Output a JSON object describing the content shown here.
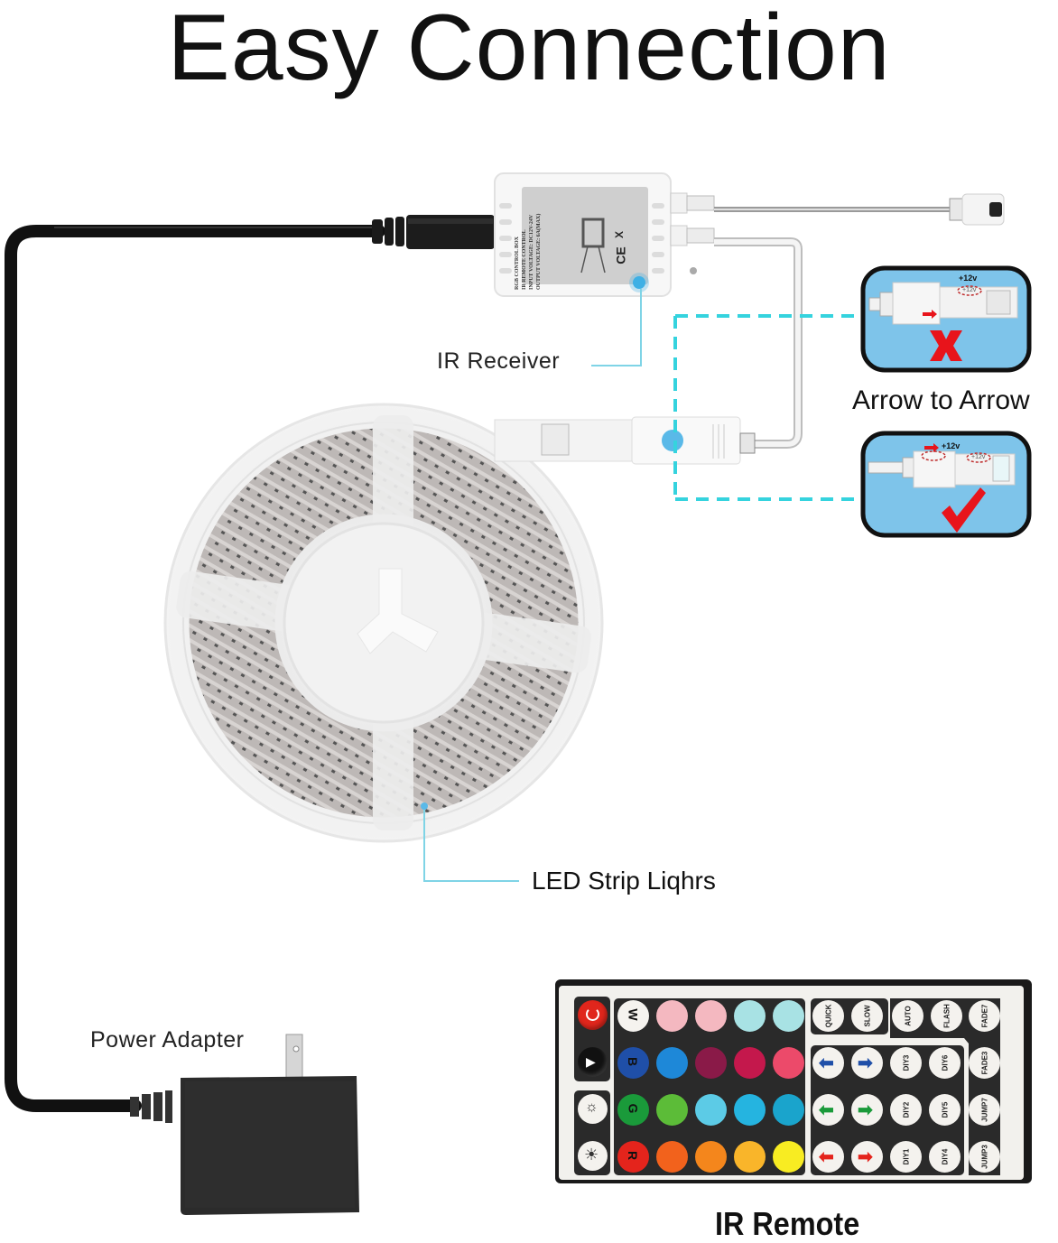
{
  "title": "Easy Connection",
  "labels": {
    "ir_receiver": "IR Receiver",
    "arrow_to_arrow": "Arrow to Arrow",
    "led_strip": "LED Strip Liqhrs",
    "power_adapter": "Power Adapter",
    "ir_remote": "IR Remote"
  },
  "control_box": {
    "text_lines": [
      "RGB CONTROL BOX",
      "IR REMOTE CONTROL",
      "INPUT VOLTAGE: DC12V-24V",
      "OUTPUT VOLTAGE: 6A(MAX)"
    ],
    "marks": [
      "CE",
      "X"
    ]
  },
  "connector_panels": [
    {
      "state": "wrong",
      "top_label": "+12v",
      "inner_label": "+12v",
      "mark": "X"
    },
    {
      "state": "correct",
      "top_label": "+12v",
      "inner_label": "+12v",
      "mark": "check"
    }
  ],
  "colors": {
    "accent_cyan": "#35d3de",
    "leader_line": "#7fd4e6",
    "panel_blue": "#7ec4ea",
    "wrong_red": "#e8141b",
    "cable_black": "#111111"
  },
  "remote": {
    "left_column": [
      {
        "icon": "power-icon",
        "color": "#e0261c"
      },
      {
        "icon": "play-pause-icon",
        "color": "#111111"
      },
      {
        "icon": "brightness-down-icon",
        "color": "#f4f2ee"
      },
      {
        "icon": "brightness-up-icon",
        "color": "#f4f2ee"
      }
    ],
    "color_rows": [
      [
        {
          "label": "W",
          "color": "#f5f3ef"
        },
        {
          "label": "",
          "color": "#f4b8c0"
        },
        {
          "label": "",
          "color": "#f4b8c0"
        },
        {
          "label": "",
          "color": "#a8e2e4"
        },
        {
          "label": "",
          "color": "#a8e2e4"
        }
      ],
      [
        {
          "label": "B",
          "color": "#1f4fa8"
        },
        {
          "label": "",
          "color": "#1e88d8"
        },
        {
          "label": "",
          "color": "#8a1a48"
        },
        {
          "label": "",
          "color": "#c4184c"
        },
        {
          "label": "",
          "color": "#ec4a6a"
        }
      ],
      [
        {
          "label": "G",
          "color": "#1a9a3a"
        },
        {
          "label": "",
          "color": "#5cbc38"
        },
        {
          "label": "",
          "color": "#5ccbe6"
        },
        {
          "label": "",
          "color": "#25b4e0"
        },
        {
          "label": "",
          "color": "#1aa4cc"
        }
      ],
      [
        {
          "label": "R",
          "color": "#e4241c"
        },
        {
          "label": "",
          "color": "#f2621c"
        },
        {
          "label": "",
          "color": "#f4861c"
        },
        {
          "label": "",
          "color": "#f9b52a"
        },
        {
          "label": "",
          "color": "#f8ec22"
        }
      ]
    ],
    "speed_buttons": [
      "QUICK",
      "SLOW"
    ],
    "mode_top": [
      "AUTO",
      "FLASH",
      "FADE7"
    ],
    "arrow_rows": [
      {
        "color": "#1f4fa8"
      },
      {
        "color": "#1a9a3a"
      },
      {
        "color": "#e4241c"
      }
    ],
    "diy_rows": [
      [
        "DIY3",
        "DIY6"
      ],
      [
        "DIY2",
        "DIY5"
      ],
      [
        "DIY1",
        "DIY4"
      ]
    ],
    "mode_right": [
      "FADE3",
      "JUMP7",
      "JUMP3"
    ]
  }
}
